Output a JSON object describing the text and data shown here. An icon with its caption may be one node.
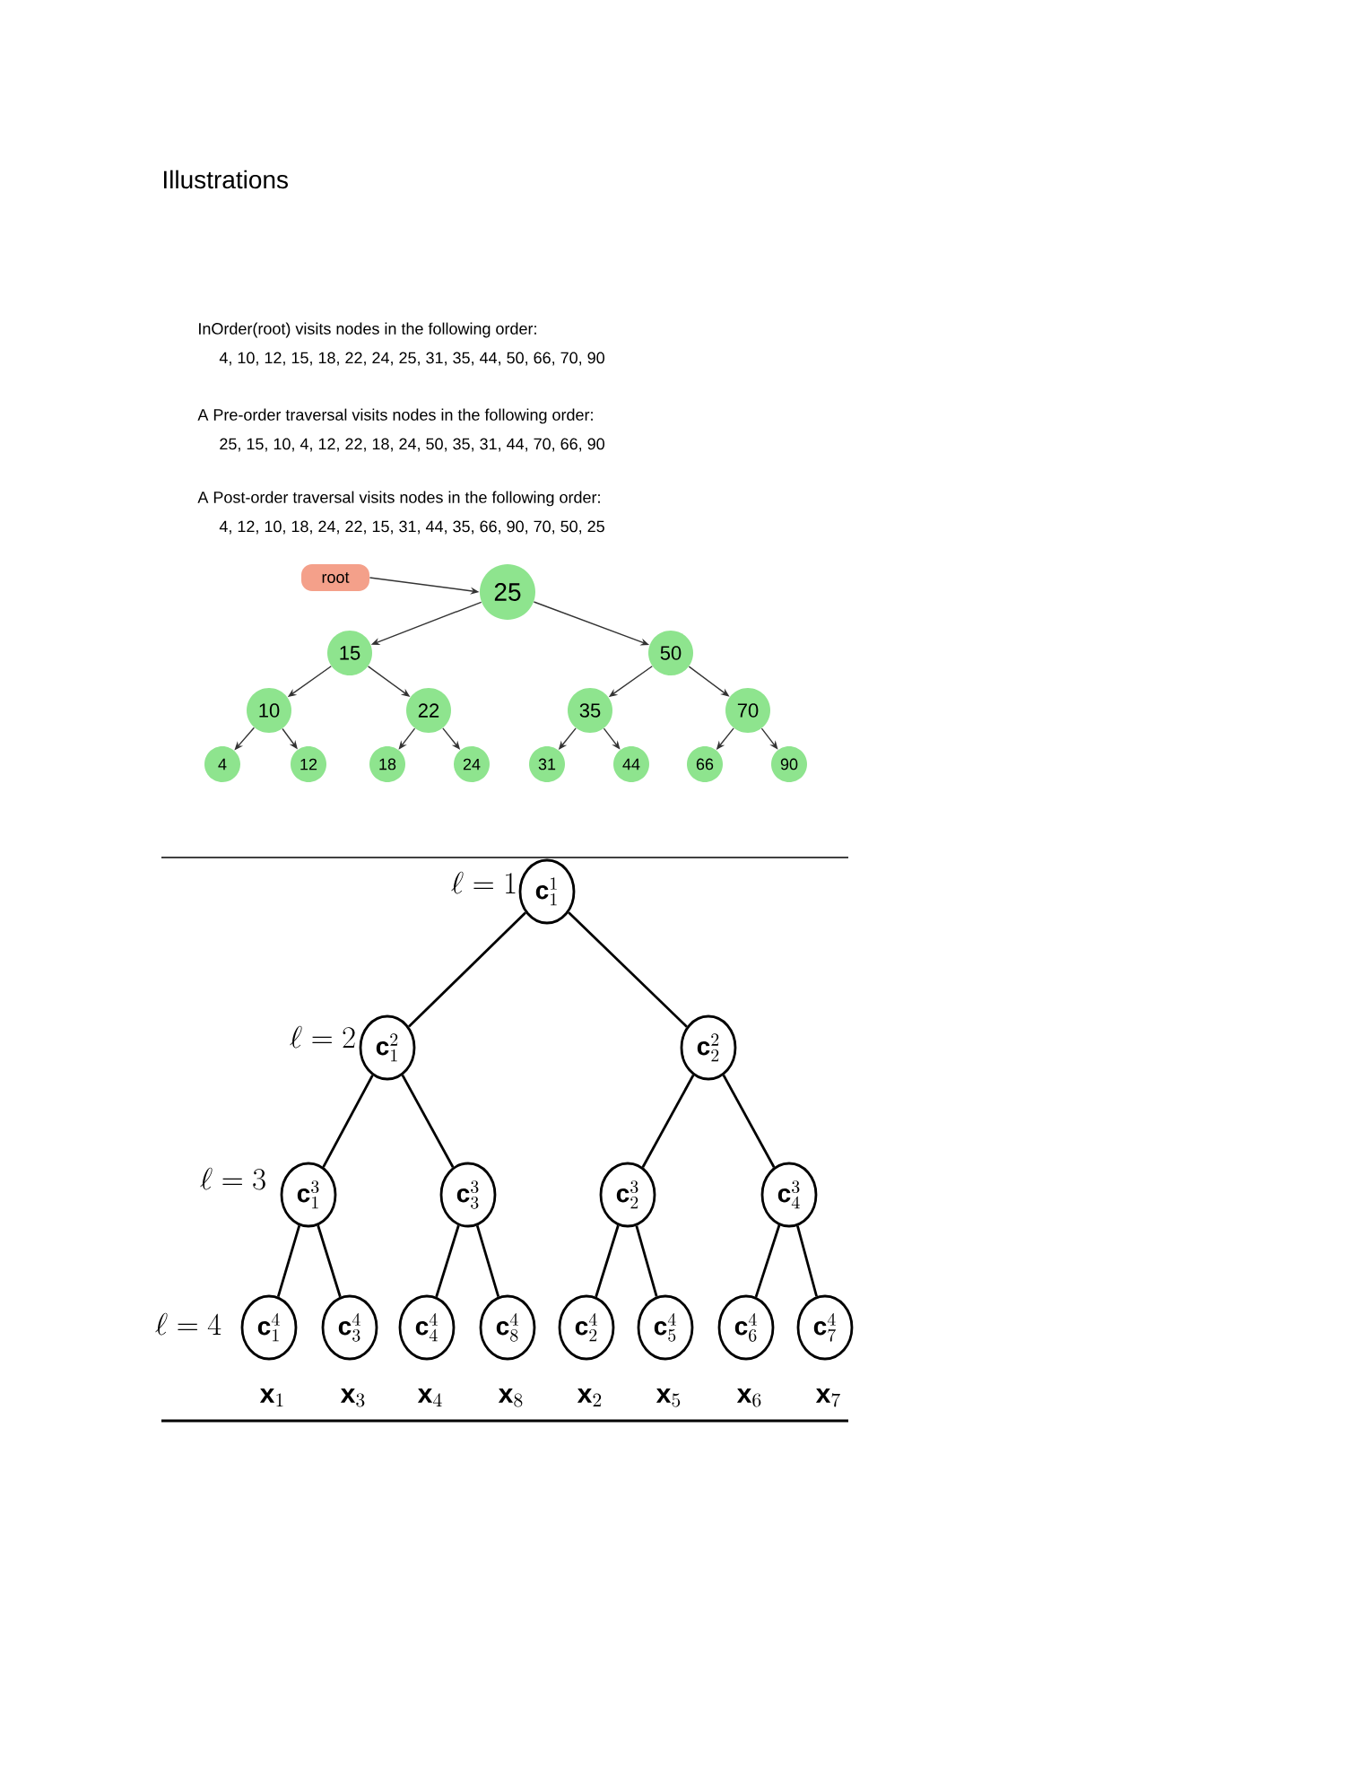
{
  "diagram": {
    "title": "Illustrations",
    "nodes": [
      {
        "text": [
          "root"
        ]
      },
      {
        "text": [
          "25"
        ]
      },
      {
        "text": [
          "15"
        ]
      },
      {
        "text": [
          "50"
        ]
      },
      {
        "text": [
          "10"
        ]
      },
      {
        "text": [
          "22"
        ]
      },
      {
        "text": [
          "35"
        ]
      },
      {
        "text": [
          "70"
        ]
      },
      {
        "text": [
          "4"
        ]
      },
      {
        "text": [
          "12"
        ]
      },
      {
        "text": [
          "18"
        ]
      },
      {
        "text": [
          "24"
        ]
      },
      {
        "text": [
          "31"
        ]
      },
      {
        "text": [
          "44"
        ]
      },
      {
        "text": [
          "66"
        ]
      },
      {
        "text": [
          "90"
        ]
      },
      {
        "text": [
          "\\mathbf{c}_{1}^{1}"
        ]
      },
      {
        "text": [
          "\\mathbf{c}_{1}^{2}"
        ]
      },
      {
        "text": [
          "\\mathbf{c}_{2}^{2}"
        ]
      },
      {
        "text": [
          "\\mathbf{c}_{1}^{3}"
        ]
      },
      {
        "text": [
          "\\mathbf{c}_{3}^{3}"
        ]
      },
      {
        "text": [
          "\\mathbf{c}_{2}^{3}"
        ]
      },
      {
        "text": [
          "\\mathbf{c}_{4}^{3}"
        ]
      },
      {
        "text": [
          "\\mathbf{c}_{1}^{4}"
        ]
      },
      {
        "text": [
          "\\mathbf{c}_{3}^{4}"
        ]
      },
      {
        "text": [
          "\\mathbf{c}_{4}^{4}"
        ]
      },
      {
        "text": [
          "\\mathbf{c}_{8}^{4}"
        ]
      },
      {
        "text": [
          "\\mathbf{c}_{2}^{4}"
        ]
      },
      {
        "text": [
          "\\mathbf{c}_{5}^{4}"
        ]
      },
      {
        "text": [
          "\\mathbf{c}_{6}^{4}"
        ]
      },
      {
        "text": [
          "\\mathbf{c}_{7}^{4}"
        ]
      }
    ],
    "edges": [
      {
        "from": 0,
        "to": 1,
        "arrow": "to",
        "color": "#333333"
      },
      {
        "from": 1,
        "to": 2,
        "arrow": "to",
        "color": "#333333"
      },
      {
        "from": 1,
        "to": 3,
        "arrow": "to",
        "color": "#333333"
      },
      {
        "from": 2,
        "to": 4,
        "arrow": "to",
        "color": "#333333"
      },
      {
        "from": 2,
        "to": 5,
        "arrow": "to",
        "color": "#333333"
      },
      {
        "from": 3,
        "to": 6,
        "arrow": "to",
        "color": "#333333"
      },
      {
        "from": 3,
        "to": 7,
        "arrow": "to",
        "color": "#333333"
      },
      {
        "from": 4,
        "to": 8,
        "arrow": "to",
        "color": "#333333"
      },
      {
        "from": 4,
        "to": 9,
        "arrow": "to",
        "color": "#333333"
      },
      {
        "from": 5,
        "to": 10,
        "arrow": "to",
        "color": "#333333"
      },
      {
        "from": 5,
        "to": 11,
        "arrow": "to",
        "color": "#333333"
      },
      {
        "from": 6,
        "to": 12,
        "arrow": "to",
        "color": "#333333"
      },
      {
        "from": 6,
        "to": 13,
        "arrow": "to",
        "color": "#333333"
      },
      {
        "from": 7,
        "to": 14,
        "arrow": "to",
        "color": "#333333"
      },
      {
        "from": 7,
        "to": 15,
        "arrow": "to",
        "color": "#333333"
      },
      {
        "from": 16,
        "to": 17,
        "arrow": "none"
      },
      {
        "from": 16,
        "to": 18,
        "arrow": "none"
      },
      {
        "from": 17,
        "to": 19,
        "arrow": "none"
      },
      {
        "from": 17,
        "to": 20,
        "arrow": "none"
      },
      {
        "from": 18,
        "to": 21,
        "arrow": "none"
      },
      {
        "from": 18,
        "to": 22,
        "arrow": "none"
      },
      {
        "from": 19,
        "to": 23,
        "arrow": "none"
      },
      {
        "from": 19,
        "to": 24,
        "arrow": "none"
      },
      {
        "from": 20,
        "to": 25,
        "arrow": "none"
      },
      {
        "from": 20,
        "to": 26,
        "arrow": "none"
      },
      {
        "from": 21,
        "to": 27,
        "arrow": "none"
      },
      {
        "from": 21,
        "to": 28,
        "arrow": "none"
      },
      {
        "from": 22,
        "to": 29,
        "arrow": "none"
      },
      {
        "from": 22,
        "to": 30,
        "arrow": "none"
      }
    ],
    "labels": [
      "InOrder(root) visits nodes in the following order:",
      "4, 10, 12, 15, 18, 22, 24, 25, 31, 35, 44, 50, 66, 70, 90",
      "A Pre-order traversal visits nodes in the following order:",
      "25, 15, 10, 4, 12, 22, 18, 24, 50, 35, 31, 44, 70, 66, 90",
      "A Post-order traversal visits nodes in the following order:",
      "4, 12, 10, 18, 24, 22, 15, 31, 44, 35, 66, 90, 70, 50, 25",
      "\\ell=1",
      "\\ell=2",
      "\\ell=3",
      "\\ell=4",
      "\\mathbf{x}_{1}",
      "\\mathbf{x}_{3}",
      "\\mathbf{x}_{4}",
      "\\mathbf{x}_{8}",
      "\\mathbf{x}_{2}",
      "\\mathbf{x}_{5}",
      "\\mathbf{x}_{6}",
      "\\mathbf{x}_{7}"
    ]
  }
}
